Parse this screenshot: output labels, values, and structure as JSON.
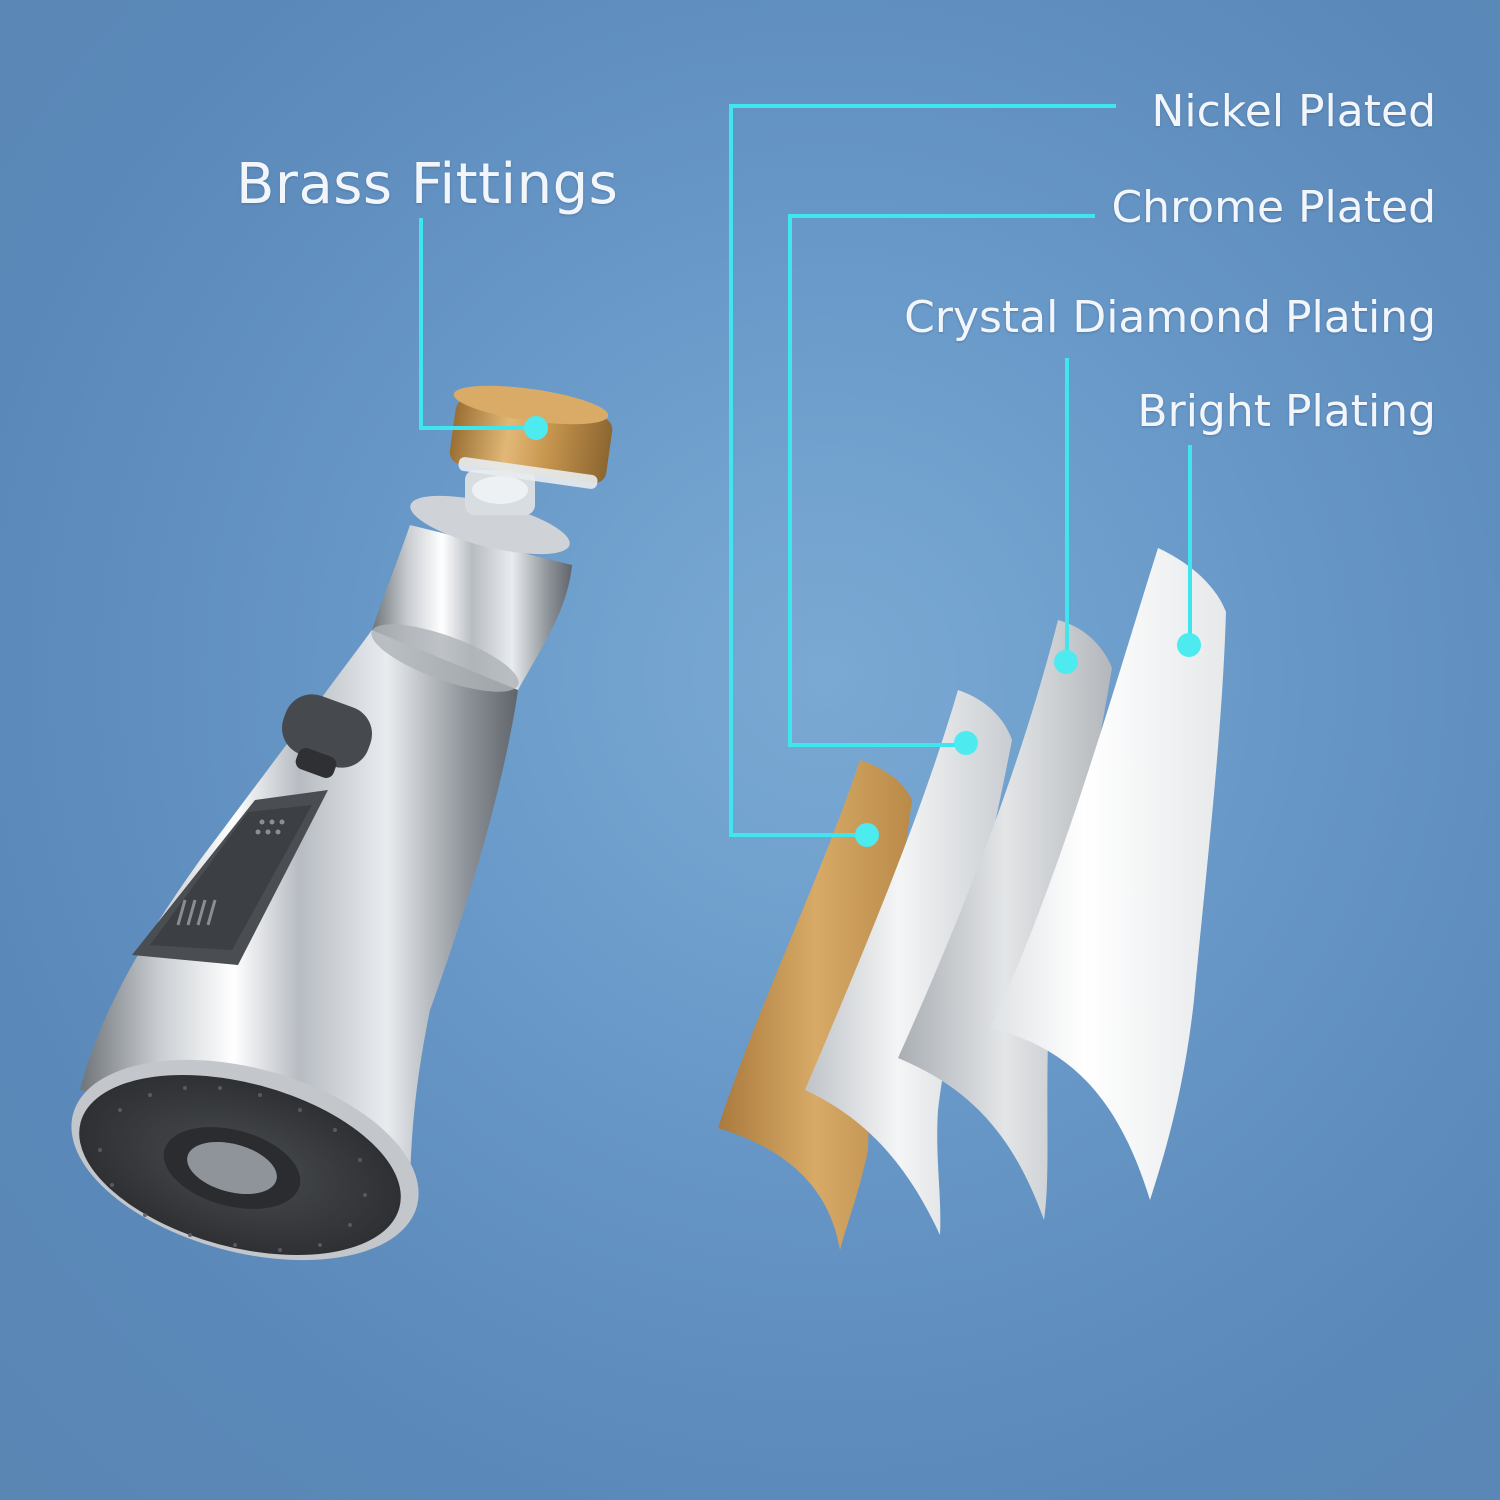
{
  "labels": {
    "brass_fittings": "Brass Fittings",
    "nickel_plated": "Nickel Plated",
    "chrome_plated": "Chrome Plated",
    "crystal_diamond_plating": "Crystal Diamond Plating",
    "bright_plating": "Bright Plating"
  },
  "colors": {
    "background": "#6797c7",
    "callout_line": "#3fe6ee",
    "brass": "#c8974f",
    "chrome": "#d9dde2",
    "nozzle_face": "#3b3d40"
  },
  "icons": {
    "product": "sprayer-head-icon",
    "layers": "plating-layers-icon"
  }
}
